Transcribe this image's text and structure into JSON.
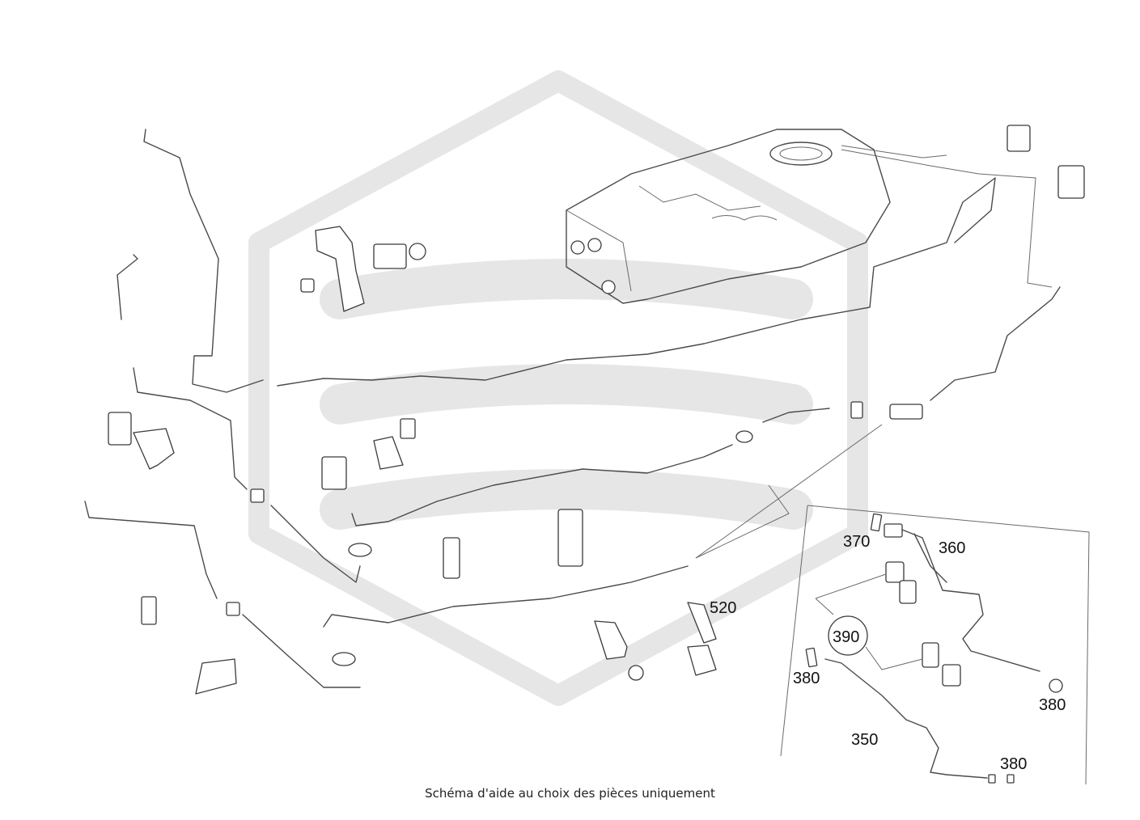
{
  "diagram": {
    "callouts": [
      {
        "id": "c370",
        "text": "370"
      },
      {
        "id": "c360",
        "text": "360"
      },
      {
        "id": "c390",
        "text": "390"
      },
      {
        "id": "c380a",
        "text": "380"
      },
      {
        "id": "c380b",
        "text": "380"
      },
      {
        "id": "c380c",
        "text": "380"
      },
      {
        "id": "c350",
        "text": "350"
      },
      {
        "id": "c520",
        "text": "520"
      }
    ],
    "watermark_color": "#e6e6e6",
    "line_color": "#4a4a4a"
  },
  "footer": {
    "caption": "Schéma d'aide au choix des pièces uniquement"
  }
}
